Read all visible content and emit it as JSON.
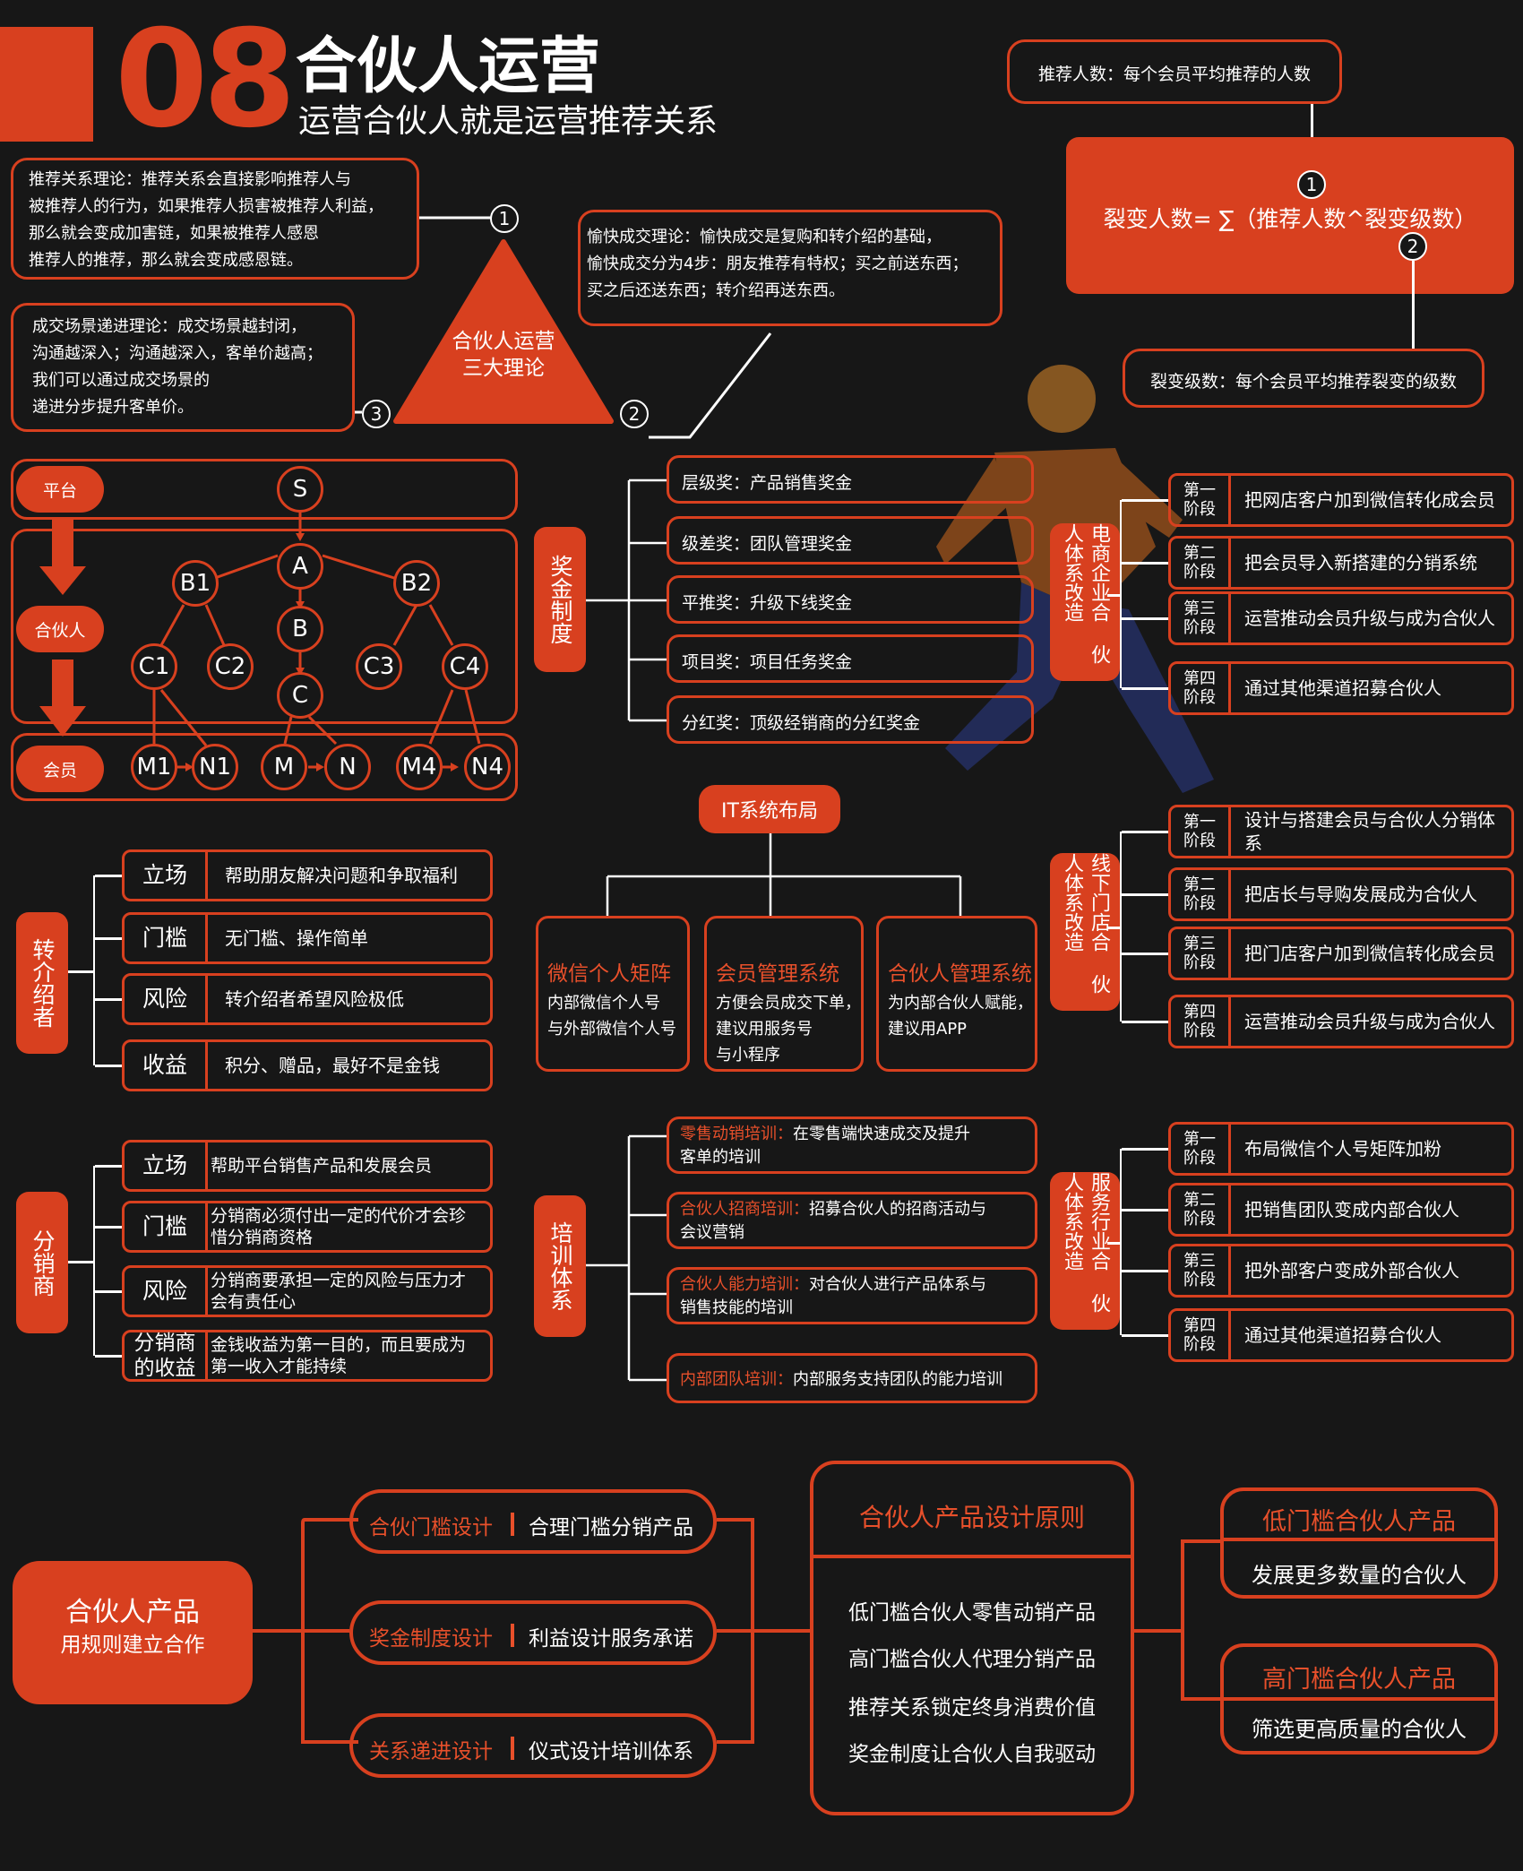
{
  "header": {
    "number": "08",
    "title": "合伙人运营",
    "subtitle": "运营合伙人就是运营推荐关系"
  },
  "fission": {
    "referrers": "推荐人数：每个会员平均推荐的人数",
    "formula": "裂变人数= ∑（推荐人数^裂变级数）",
    "levels": "裂变级数：每个会员平均推荐裂变的级数",
    "n1": "1",
    "n2": "2"
  },
  "theories": {
    "center": "合伙人运营\n三大理论",
    "t1": "推荐关系理论：推荐关系会直接影响推荐人与\n被推荐人的行为，如果推荐人损害被推荐人利益，\n那么就会变成加害链，如果被推荐人感恩\n推荐人的推荐，那么就会变成感恩链。",
    "t2": "愉快成交理论：愉快成交是复购和转介绍的基础，\n愉快成交分为4步：朋友推荐有特权；买之前送东西；\n买之后还送东西；转介绍再送东西。",
    "t3": "成交场景递进理论：成交场景越封闭，\n沟通越深入；沟通越深入，客单价越高；\n我们可以通过成交场景的\n递进分步提升客单价。",
    "n1": "1",
    "n2": "2",
    "n3": "3"
  },
  "tree": {
    "platform": "平台",
    "partner": "合伙人",
    "member": "会员",
    "nodes": {
      "S": "S",
      "A": "A",
      "B1": "B1",
      "B2": "B2",
      "B": "B",
      "C1": "C1",
      "C2": "C2",
      "C3": "C3",
      "C4": "C4",
      "C": "C",
      "M1": "M1",
      "N1": "N1",
      "M": "M",
      "N": "N",
      "M4": "M4",
      "N4": "N4"
    }
  },
  "bonus": {
    "title": "奖金制度",
    "items": [
      "层级奖：产品销售奖金",
      "级差奖：团队管理奖金",
      "平推奖：升级下线奖金",
      "项目奖：项目任务奖金",
      "分红奖：顶级经销商的分红奖金"
    ]
  },
  "ecommerce": {
    "title": "电商企业合\n伙人体系改造",
    "stages": [
      {
        "k": "第一\n阶段",
        "v": "把网店客户加到微信转化成会员"
      },
      {
        "k": "第二\n阶段",
        "v": "把会员导入新搭建的分销系统"
      },
      {
        "k": "第三\n阶段",
        "v": "运营推动会员升级与成为合伙人"
      },
      {
        "k": "第四\n阶段",
        "v": "通过其他渠道招募合伙人"
      }
    ]
  },
  "offline": {
    "title": "线下门店合\n伙人体系改造",
    "stages": [
      {
        "k": "第一\n阶段",
        "v": "设计与搭建会员与合伙人分销体系"
      },
      {
        "k": "第二\n阶段",
        "v": "把店长与导购发展成为合伙人"
      },
      {
        "k": "第三\n阶段",
        "v": "把门店客户加到微信转化成会员"
      },
      {
        "k": "第四\n阶段",
        "v": "运营推动会员升级与成为合伙人"
      }
    ]
  },
  "service": {
    "title": "服务行业合\n伙人体系改造",
    "stages": [
      {
        "k": "第一\n阶段",
        "v": "布局微信个人号矩阵加粉"
      },
      {
        "k": "第二\n阶段",
        "v": "把销售团队变成内部合伙人"
      },
      {
        "k": "第三\n阶段",
        "v": "把外部客户变成外部合伙人"
      },
      {
        "k": "第四\n阶段",
        "v": "通过其他渠道招募合伙人"
      }
    ]
  },
  "referrer": {
    "title": "转介绍者",
    "rows": [
      {
        "k": "立场",
        "v": "帮助朋友解决问题和争取福利"
      },
      {
        "k": "门槛",
        "v": "无门槛、操作简单"
      },
      {
        "k": "风险",
        "v": "转介绍者希望风险极低"
      },
      {
        "k": "收益",
        "v": "积分、赠品，最好不是金钱"
      }
    ]
  },
  "distributor": {
    "title": "分销商",
    "rows": [
      {
        "k": "立场",
        "v": "帮助平台销售产品和发展会员"
      },
      {
        "k": "门槛",
        "v": "分销商必须付出一定的代价才会珍\n惜分销商资格"
      },
      {
        "k": "风险",
        "v": "分销商要承担一定的风险与压力才\n会有责任心"
      },
      {
        "k": "分销商\n的收益",
        "v": "金钱收益为第一目的，而且要成为\n第一收入才能持续"
      }
    ]
  },
  "it": {
    "title": "IT系统布局",
    "cols": [
      {
        "h": "微信个人矩阵",
        "b": "内部微信个人号\n与外部微信个人号"
      },
      {
        "h": "会员管理系统",
        "b": "方便会员成交下单，\n建议用服务号\n与小程序"
      },
      {
        "h": "合伙人管理系统",
        "b": "为内部合伙人赋能，\n建议用APP"
      }
    ]
  },
  "training": {
    "title": "培训体系",
    "items": [
      {
        "h": "零售动销培训：",
        "b": "在零售端快速成交及提升\n客单的培训"
      },
      {
        "h": "合伙人招商培训：",
        "b": "招募合伙人的招商活动与\n会议营销"
      },
      {
        "h": "合伙人能力培训：",
        "b": "对合伙人进行产品体系与\n销售技能的培训"
      },
      {
        "h": "内部团队培训：",
        "b": "内部服务支持团队的能力培训"
      }
    ]
  },
  "product": {
    "main": "合伙人产品",
    "sub": "用规则建立合作",
    "designs": [
      {
        "h": "合伙门槛设计",
        "b": "合理门槛分销产品"
      },
      {
        "h": "奖金制度设计",
        "b": "利益设计服务承诺"
      },
      {
        "h": "关系递进设计",
        "b": "仪式设计培训体系"
      }
    ],
    "principles_title": "合伙人产品设计原则",
    "principles": [
      "低门槛合伙人零售动销产品",
      "高门槛合伙人代理分销产品",
      "推荐关系锁定终身消费价值",
      "奖金制度让合伙人自我驱动"
    ],
    "low": {
      "h": "低门槛合伙人产品",
      "b": "发展更多数量的合伙人"
    },
    "high": {
      "h": "高门槛合伙人产品",
      "b": "筛选更高质量的合伙人"
    }
  },
  "colors": {
    "accent": "#d8401f",
    "bg": "#171717"
  }
}
